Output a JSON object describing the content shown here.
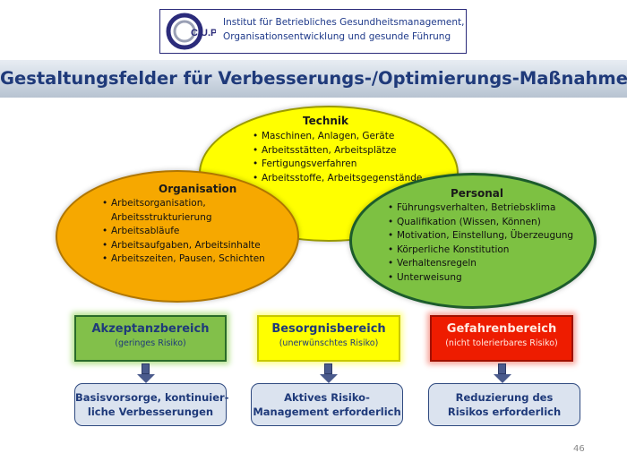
{
  "logo": {
    "mark_text": "C.U.P.",
    "line1": "Institut für Betriebliches Gesundheitsmanagement,",
    "line2": "Organisationsentwicklung und gesunde Führung"
  },
  "title": "Gestaltungsfelder für Verbesserungs-/Optimierungs-Maßnahmen",
  "technik": {
    "heading": "Technik",
    "items": [
      "Maschinen, Anlagen, Geräte",
      "Arbeitsstätten, Arbeitsplätze",
      "Fertigungsverfahren",
      "Arbeitsstoffe, Arbeitsgegenstände"
    ]
  },
  "organisation": {
    "heading": "Organisation",
    "items": [
      "Arbeitsorganisation,",
      "Arbeitsabläufe",
      "Arbeitsaufgaben, Arbeitsinhalte",
      "Arbeitszeiten, Pausen, Schichten"
    ],
    "item0_cont": "Arbeitsstrukturierung"
  },
  "personal": {
    "heading": "Personal",
    "items": [
      "Führungsverhalten, Betriebsklima",
      "Qualifikation (Wissen, Können)",
      "Motivation, Einstellung, Überzeugung",
      "Körperliche Konstitution",
      "Verhaltensregeln",
      "Unterweisung"
    ]
  },
  "risk": {
    "akzeptanz": {
      "title": "Akzeptanzbereich",
      "sub": "(geringes Risiko)",
      "result_line1": "Basisvorsorge, kontinuier-",
      "result_line2": "liche Verbesserungen"
    },
    "besorgnis": {
      "title": "Besorgnisbereich",
      "sub": "(unerwünschtes Risiko)",
      "result_line1": "Aktives Risiko-",
      "result_line2": "Management erforderlich"
    },
    "gefahren": {
      "title": "Gefahrenbereich",
      "sub": "(nicht tolerierbares Risiko)",
      "result_line1": "Reduzierung des",
      "result_line2": "Risikos erforderlich"
    }
  },
  "page_number": "46",
  "colors": {
    "title_blue": "#1f3a7a",
    "technik_yellow": "#ffff00",
    "organisation_orange": "#f6a800",
    "personal_green": "#7dc142",
    "gefahren_red": "#ee1c00"
  }
}
